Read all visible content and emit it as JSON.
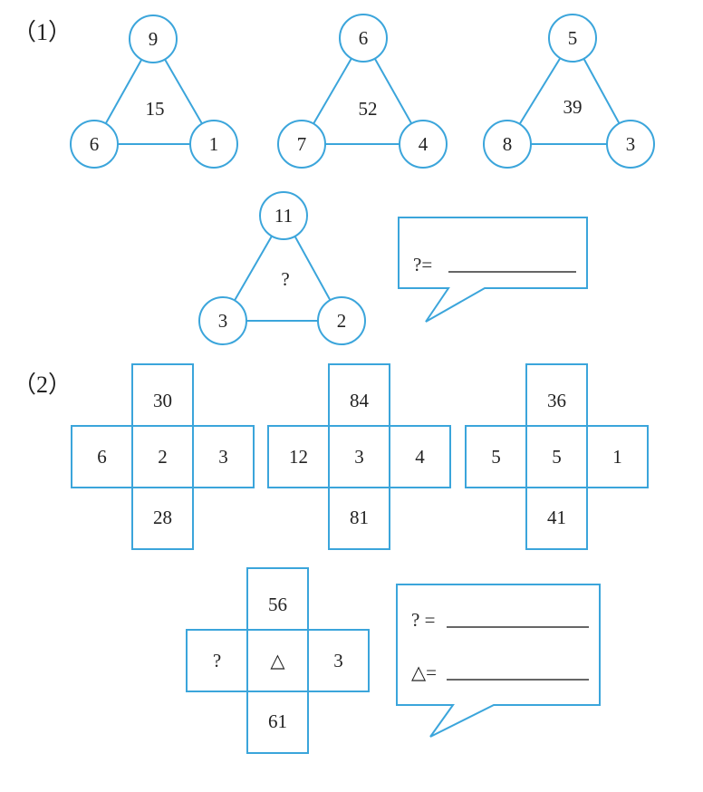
{
  "colors": {
    "accent": "#3ba5db",
    "text": "#222222"
  },
  "part1": {
    "label": "（1）",
    "triangles": [
      {
        "top": "9",
        "left": "6",
        "right": "1",
        "center": "15"
      },
      {
        "top": "6",
        "left": "7",
        "right": "4",
        "center": "52"
      },
      {
        "top": "5",
        "left": "8",
        "right": "3",
        "center": "39"
      },
      {
        "top": "11",
        "left": "3",
        "right": "2",
        "center": "?"
      }
    ],
    "answer_bubble": {
      "lines": [
        "?="
      ]
    }
  },
  "part2": {
    "label": "（2）",
    "crosses": [
      {
        "top": "30",
        "left": "6",
        "center": "2",
        "right": "3",
        "bottom": "28"
      },
      {
        "top": "84",
        "left": "12",
        "center": "3",
        "right": "4",
        "bottom": "81"
      },
      {
        "top": "36",
        "left": "5",
        "center": "5",
        "right": "1",
        "bottom": "41"
      },
      {
        "top": "56",
        "left": "?",
        "center": "△",
        "right": "3",
        "bottom": "61"
      }
    ],
    "answer_bubble": {
      "lines": [
        "? =",
        "△="
      ]
    }
  }
}
